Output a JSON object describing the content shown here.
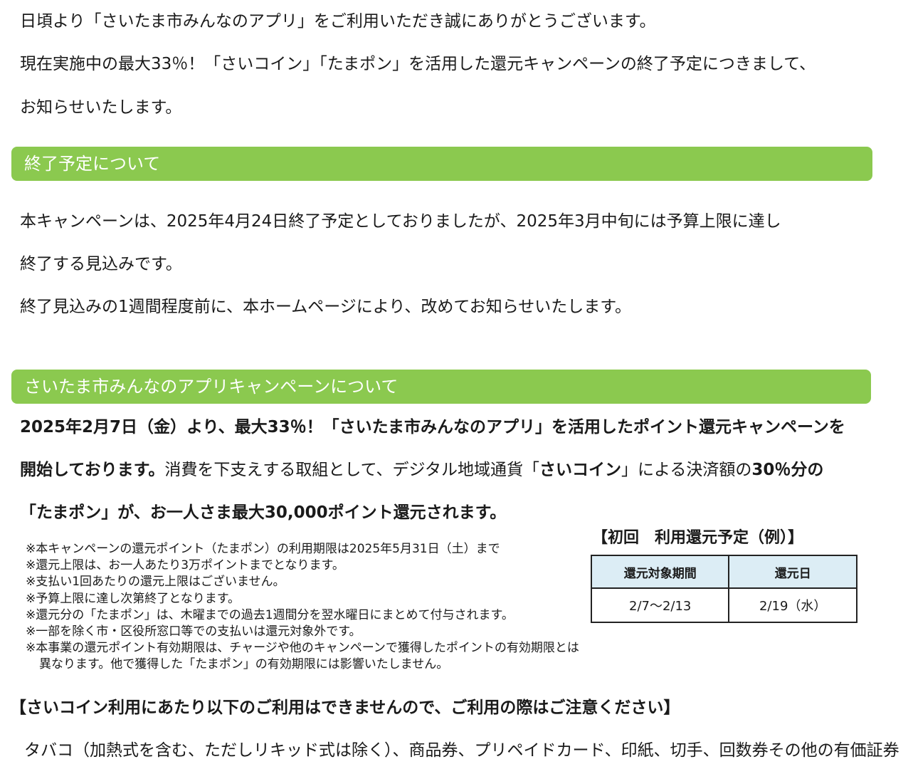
{
  "intro": {
    "line1": "日頃より「さいたま市みんなのアプリ」をご利用いただき誠にありがとうございます。",
    "line2": "現在実施中の最大33％！「さいコイン」「たまポン」を活用した還元キャンペーンの終了予定につきまして、",
    "line3": "お知らせいたします。"
  },
  "section1": {
    "heading": "終了予定について",
    "line1": "本キャンペーンは、2025年4月24日終了予定としておりましたが、2025年3月中旬には予算上限に達し",
    "line2": "終了する見込みです。",
    "line3": "終了見込みの1週間程度前に、本ホームページにより、改めてお知らせいたします。"
  },
  "section2": {
    "heading": "さいたま市みんなのアプリキャンペーンについて",
    "line1": "2025年2月7日（金）より、最大33％！「さいたま市みんなのアプリ」を活用したポイント還元キャンペーンを",
    "line2_bold": "開始しております。",
    "line2_normal": "消費を下支えする取組として、デジタル地域通貨「",
    "line2_coin": "さいコイン",
    "line2_normal2": "」による決済額の",
    "line2_pct": "30％分の",
    "line3": "「たまポン」が、お一人さま最大30,000ポイント還元されます。",
    "notes": [
      "※本キャンペーンの還元ポイント（たまポン）の利用期限は2025年5月31日（土）まで",
      "※還元上限は、お一人あたり3万ポイントまでとなります。",
      "※支払い1回あたりの還元上限はございません。",
      "※予算上限に達し次第終了となります。",
      "※還元分の「たまポン」は、木曜までの過去1週間分を翌水曜日にまとめて付与されます。",
      "※一部を除く市・区役所窓口等での支払いは還元対象外です。",
      "※本事業の還元ポイント有効期限は、チャージや他のキャンペーンで獲得したポイントの有効期限とは",
      "異なります。他で獲得した「たまポン」の有効期限には影響いたしません。"
    ]
  },
  "schedule": {
    "title": "【初回　利用還元予定（例）】",
    "headers": [
      "還元対象期間",
      "還元日"
    ],
    "rows": [
      [
        "2/7～2/13",
        "2/19（水）"
      ]
    ]
  },
  "warning": {
    "title": "【さいコイン利用にあたり以下のご利用はできませんので、ご利用の際はご注意ください】",
    "items": "タバコ（加熱式を含む、ただしリキッド式は除く）、商品券、プリペイドカード、印紙、切手、回数券その他の有価証券"
  }
}
